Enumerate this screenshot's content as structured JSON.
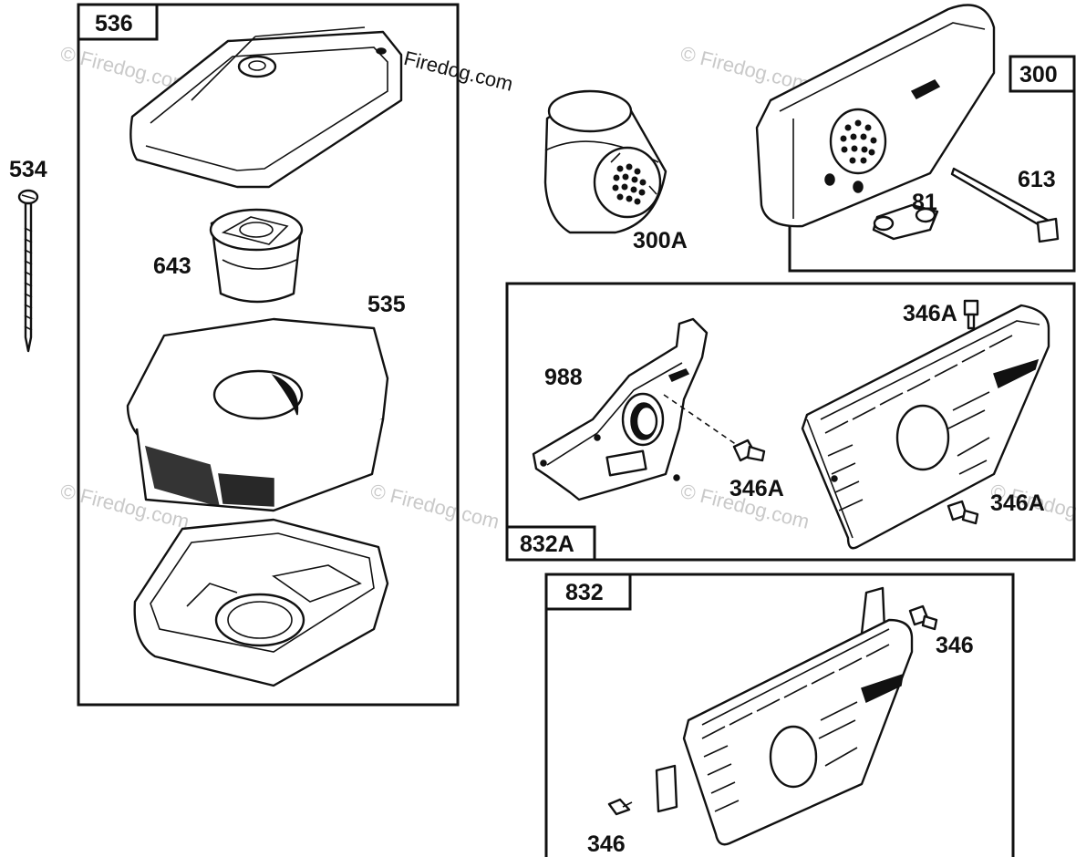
{
  "watermark": "© Firedog.com",
  "watermark_dark": "© Firedog.com",
  "callouts": {
    "p534": "534",
    "p643": "643",
    "p535": "535",
    "p300A": "300A",
    "p81": "81",
    "p613": "613",
    "p988": "988",
    "p346A_top": "346A",
    "p346A_mid": "346A",
    "p346A_right": "346A",
    "p346_right": "346",
    "p346_bottom": "346"
  },
  "boxes": {
    "b536": "536",
    "b300": "300",
    "b832A": "832A",
    "b832": "832"
  }
}
